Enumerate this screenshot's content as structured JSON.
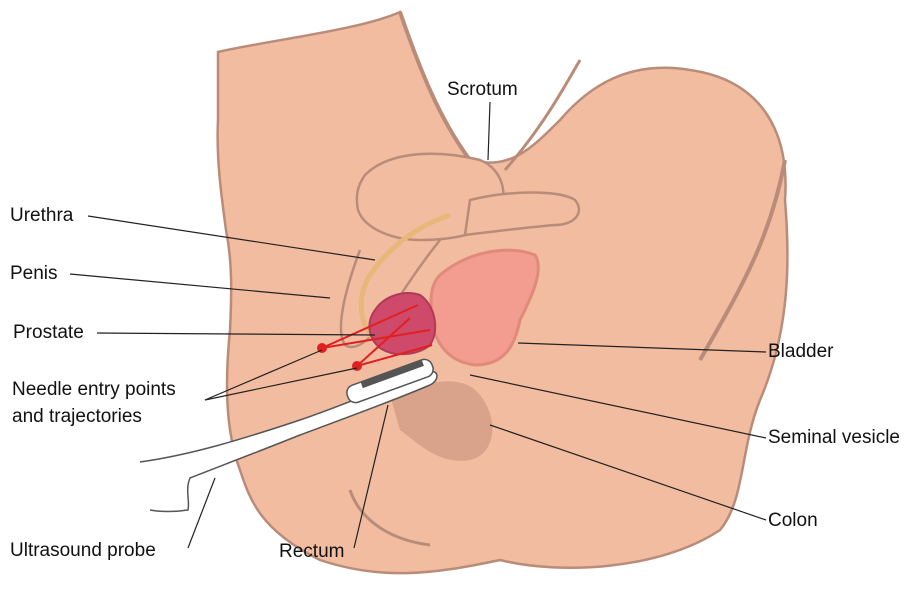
{
  "labels": {
    "scrotum": "Scrotum",
    "urethra": "Urethra",
    "penis": "Penis",
    "prostate": "Prostate",
    "needle_line1": "Needle entry points",
    "needle_line2": "and trajectories",
    "bladder": "Bladder",
    "seminal_vesicle": "Seminal vesicle",
    "colon": "Colon",
    "ultrasound_probe": "Ultrasound probe",
    "rectum": "Rectum"
  },
  "colors": {
    "skin": "#f2bca0",
    "skin_outline": "#b98c79",
    "bladder": "#f29d8f",
    "prostate": "#cf4a6a",
    "urethra": "#e8b77a",
    "needle": "#e02020",
    "leader": "#222222",
    "probe": "#ffffff"
  }
}
